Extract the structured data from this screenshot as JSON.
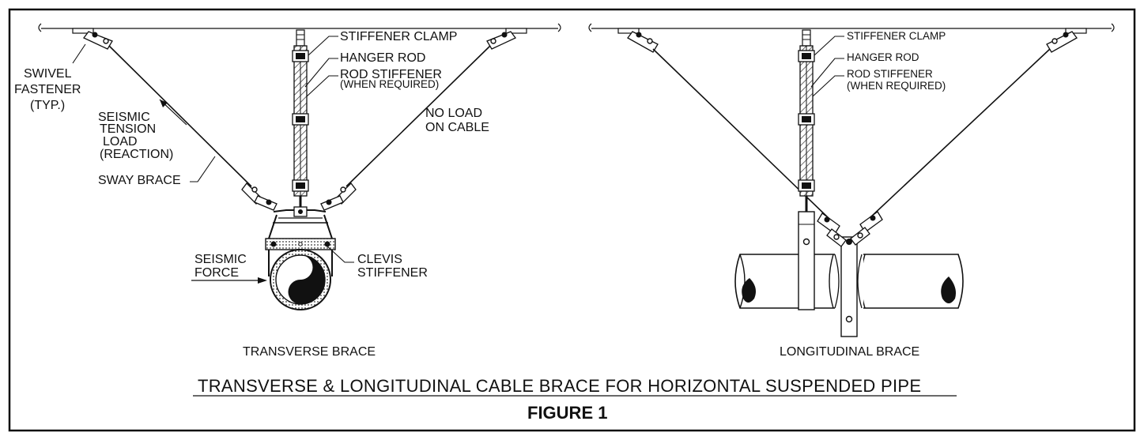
{
  "transverse": {
    "labels": {
      "swivel_fastener": [
        "SWIVEL",
        "FASTENER",
        "(TYP.)"
      ],
      "seismic_tension": [
        "SEISMIC",
        "TENSION",
        "LOAD",
        "(REACTION)"
      ],
      "sway_brace": "SWAY BRACE",
      "seismic_force": [
        "SEISMIC",
        "FORCE"
      ],
      "stiffener_clamp": "STIFFENER CLAMP",
      "hanger_rod": "HANGER ROD",
      "rod_stiffener": "ROD STIFFENER",
      "when_required": "(WHEN REQUIRED)",
      "no_load": [
        "NO LOAD",
        "ON CABLE"
      ],
      "clevis_stiffener": [
        "CLEVIS",
        "STIFFENER"
      ]
    },
    "caption": "TRANSVERSE BRACE"
  },
  "longitudinal": {
    "labels": {
      "stiffener_clamp": "STIFFENER CLAMP",
      "hanger_rod": "HANGER ROD",
      "rod_stiffener": "ROD STIFFENER",
      "when_required": "(WHEN REQUIRED)"
    },
    "caption": "LONGITUDINAL BRACE"
  },
  "title": "TRANSVERSE & LONGITUDINAL CABLE BRACE FOR HORIZONTAL SUSPENDED PIPE",
  "figure_label": "FIGURE 1"
}
